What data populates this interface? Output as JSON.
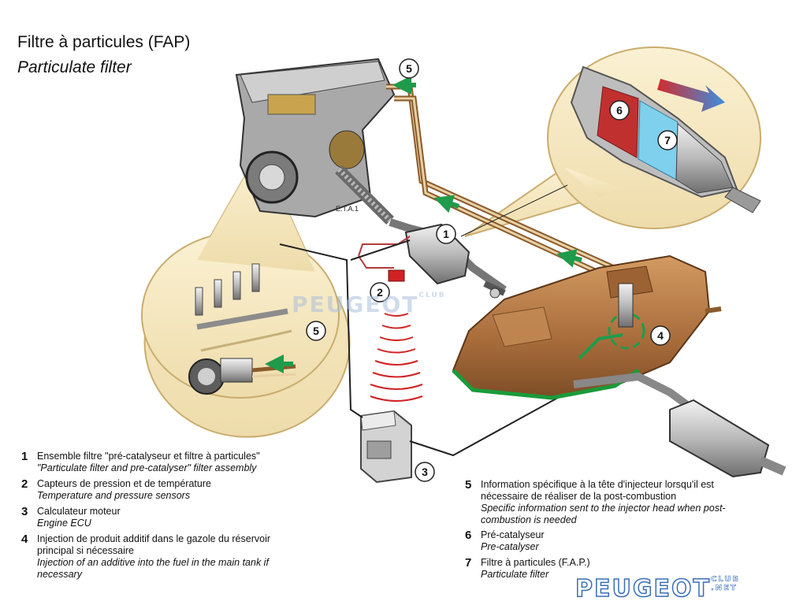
{
  "title": {
    "fr": "Filtre à particules (FAP)",
    "en": "Particulate filter"
  },
  "callouts": [
    "1",
    "2",
    "3",
    "4",
    "5",
    "6",
    "7"
  ],
  "legend": [
    {
      "num": "1",
      "fr": "Ensemble filtre \"pré-catalyseur et filtre à particules\"",
      "en": "\"Particulate filter and pre-catalyser\" filter assembly"
    },
    {
      "num": "2",
      "fr": "Capteurs de pression et de température",
      "en": "Temperature and pressure sensors"
    },
    {
      "num": "3",
      "fr": "Calculateur moteur",
      "en": "Engine ECU"
    },
    {
      "num": "4",
      "fr": "Injection de produit additif dans le gazole du réservoir principal si nécessaire",
      "en": "Injection of an additive into the fuel in the main tank if necessary"
    },
    {
      "num": "5",
      "fr": "Information spécifique à la tête d'injecteur lorsqu'il est nécessaire de réaliser de la post-combustion",
      "en": "Specific information sent to the injector head when post-combustion is needed"
    },
    {
      "num": "6",
      "fr": "Pré-catalyseur",
      "en": "Pre-catalyser"
    },
    {
      "num": "7",
      "fr": "Filtre à particules (F.A.P.)",
      "en": "Particulate filter"
    }
  ],
  "engine_label": "E.T.A.1",
  "watermark": {
    "main": "PEUGEOT",
    "small_top": "CLUB",
    "small_bottom": ".NET"
  },
  "colors": {
    "bubble": "#f4e6bd",
    "bubble_stroke": "#c9ad6e",
    "pipe_brown": "#8a5a2a",
    "pipe_light": "#e7cfa3",
    "arrow_green": "#1f9b4b",
    "tank": "#b47b48",
    "filter_red": "#c0302f",
    "filter_blue": "#7fd0ec",
    "wire": "#222222",
    "sensor_wire": "#b23a3a"
  }
}
